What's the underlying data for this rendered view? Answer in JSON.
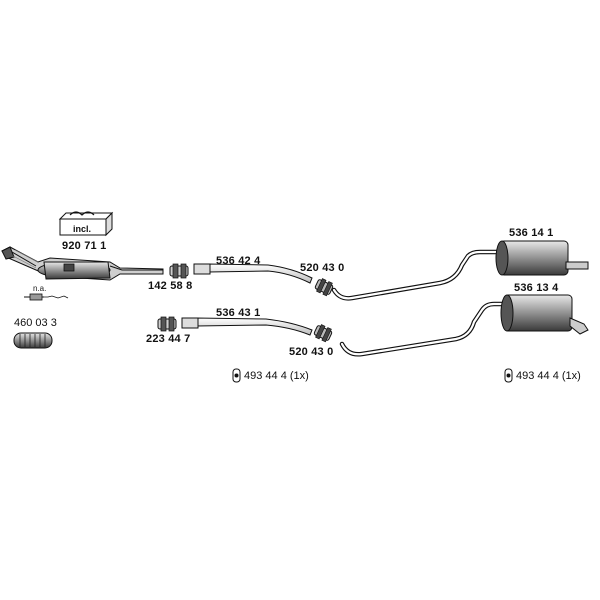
{
  "parts": {
    "kit": "920 71 1",
    "kit_tag": "incl.",
    "catalyst_sensor_tag": "n.a.",
    "flex_pipe": "460 03 3",
    "clamp_front": "142 58 8",
    "clamp_lower": "223 44 7",
    "mid_pipe_upper": "536 42 4",
    "mid_pipe_lower": "536 43 1",
    "connector_upper": "520 43 0",
    "connector_lower": "520 43 0",
    "rear_muffler_upper": "536 14 1",
    "rear_muffler_lower": "536 13 4",
    "rubber_mount_left": "493 44 4 (1x)",
    "rubber_mount_right": "493 44 4 (1x)"
  },
  "colors": {
    "line": "#111111",
    "fill_dark": "#444444",
    "fill_mid": "#8a8a8a",
    "fill_light": "#d0d0d0"
  }
}
